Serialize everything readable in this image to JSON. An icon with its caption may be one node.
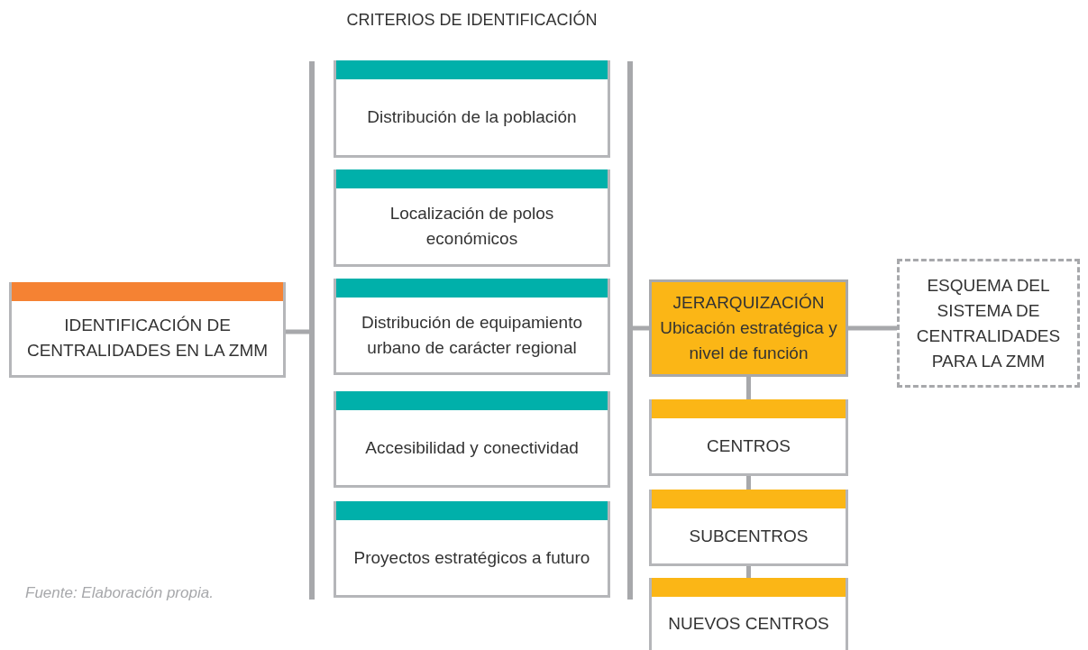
{
  "diagram": {
    "title": "CRITERIOS DE IDENTIFICACIÓN",
    "caption": "Fuente: Elaboración propia.",
    "nodes": [
      {
        "text": [
          "IDENTIFICACIÓN  DE CENTRALIDADES EN LA ZMM"
        ]
      },
      {
        "text": [],
        "shape": "bar"
      },
      {
        "text": [
          "Distribución de la población"
        ]
      },
      {
        "text": [
          "Localización de polos económicos"
        ]
      },
      {
        "text": [
          "Distribución de equipamiento urbano de carácter regional"
        ]
      },
      {
        "text": [
          "Accesibilidad y conectividad"
        ]
      },
      {
        "text": [
          "Proyectos estratégicos a futuro"
        ]
      },
      {
        "text": [],
        "shape": "bar"
      },
      {
        "text": [
          "JERARQUIZACIÓN",
          "Ubicación estratégica y nivel de función"
        ]
      },
      {
        "text": [
          "ESQUEMA DEL SISTEMA DE CENTRALIDADES PARA LA ZMM"
        ]
      },
      {
        "text": [
          "CENTROS"
        ]
      },
      {
        "text": [
          "SUBCENTROS"
        ]
      },
      {
        "text": [
          "NUEVOS CENTROS"
        ]
      }
    ],
    "edges": [
      {
        "from": 0,
        "to": 1,
        "arrow": "none"
      },
      {
        "from": 7,
        "to": 8,
        "arrow": "none"
      },
      {
        "from": 8,
        "to": 9,
        "arrow": "none"
      },
      {
        "from": 8,
        "to": 10,
        "arrow": "none"
      },
      {
        "from": 10,
        "to": 11,
        "arrow": "none"
      },
      {
        "from": 11,
        "to": 12,
        "arrow": "none"
      }
    ]
  }
}
